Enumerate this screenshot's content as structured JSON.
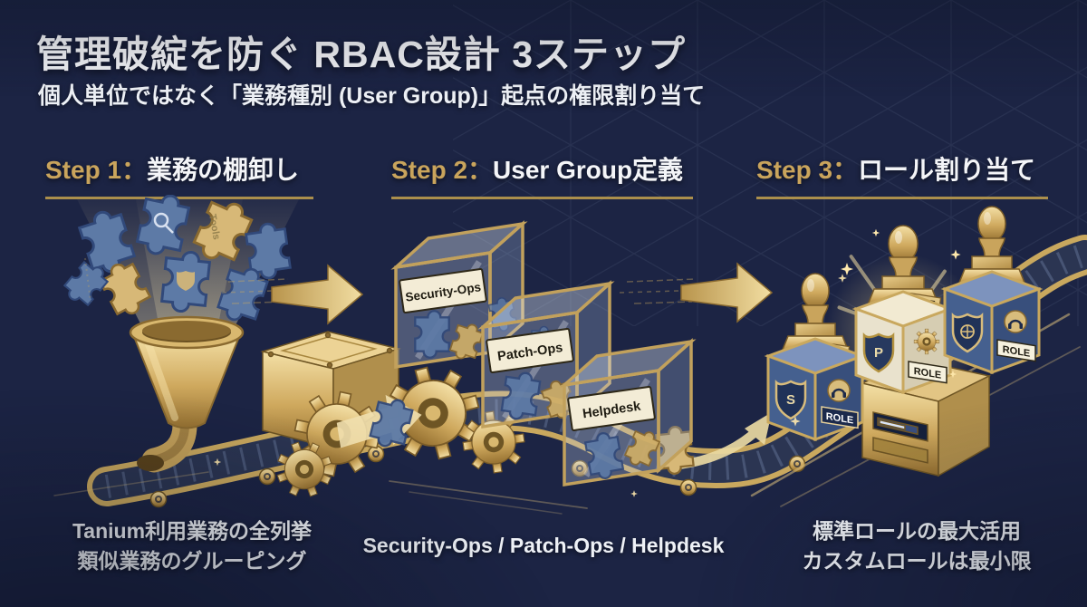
{
  "page": {
    "title": "管理破綻を防ぐ RBAC設計 3ステップ",
    "subtitle": "個人単位ではなく「業務種別 (User Group)」起点の権限割り当て"
  },
  "steps": [
    {
      "prefix": "Step 1：",
      "title": "業務の棚卸し",
      "caption": [
        "Tanium利用業務の全列挙",
        "類似業務のグルーピング"
      ]
    },
    {
      "prefix": "Step 2：",
      "title": "User Group定義",
      "caption": [
        "Security-Ops / Patch-Ops / Helpdesk"
      ]
    },
    {
      "prefix": "Step 3：",
      "title": "ロール割り当て",
      "caption": [
        "標準ロールの最大活用",
        "カスタムロールは最小限"
      ]
    }
  ],
  "illustration": {
    "funnel_text": "Tools",
    "boxes": [
      "Security-Ops",
      "Patch-Ops",
      "Helpdesk"
    ],
    "role": "ROLE",
    "shields": [
      "S",
      "P"
    ]
  },
  "colors": {
    "background": "#1c2444",
    "gold": "#c9a45c",
    "gold_bright": "#ecd395",
    "belt": "#2b3552",
    "glass_frame": "#c2a15c",
    "puzzle_blue": "#5d7aa6",
    "puzzle_gold": "#d7b877",
    "text": "#f2f4f8"
  }
}
